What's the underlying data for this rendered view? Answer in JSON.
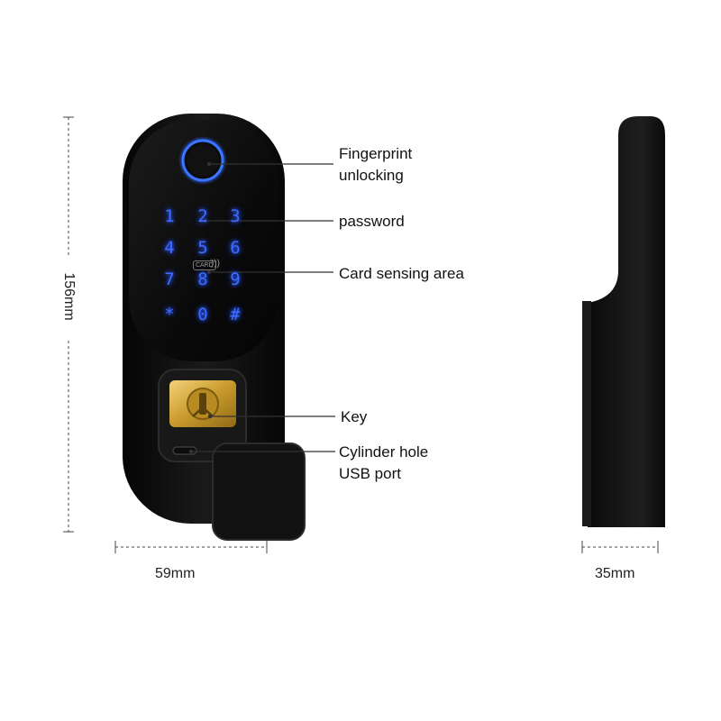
{
  "callouts": {
    "fingerprint": [
      "Fingerprint",
      "unlocking"
    ],
    "password": "password",
    "card": "Card sensing area",
    "key": "Key",
    "cylinder": [
      "Cylinder hole",
      "USB port"
    ]
  },
  "keypad": [
    "1",
    "2",
    "3",
    "4",
    "5",
    "6",
    "7",
    "8",
    "9",
    "*",
    "0",
    "#"
  ],
  "card_badge": "CARD",
  "dimensions": {
    "height": "156mm",
    "width": "59mm",
    "depth": "35mm"
  }
}
